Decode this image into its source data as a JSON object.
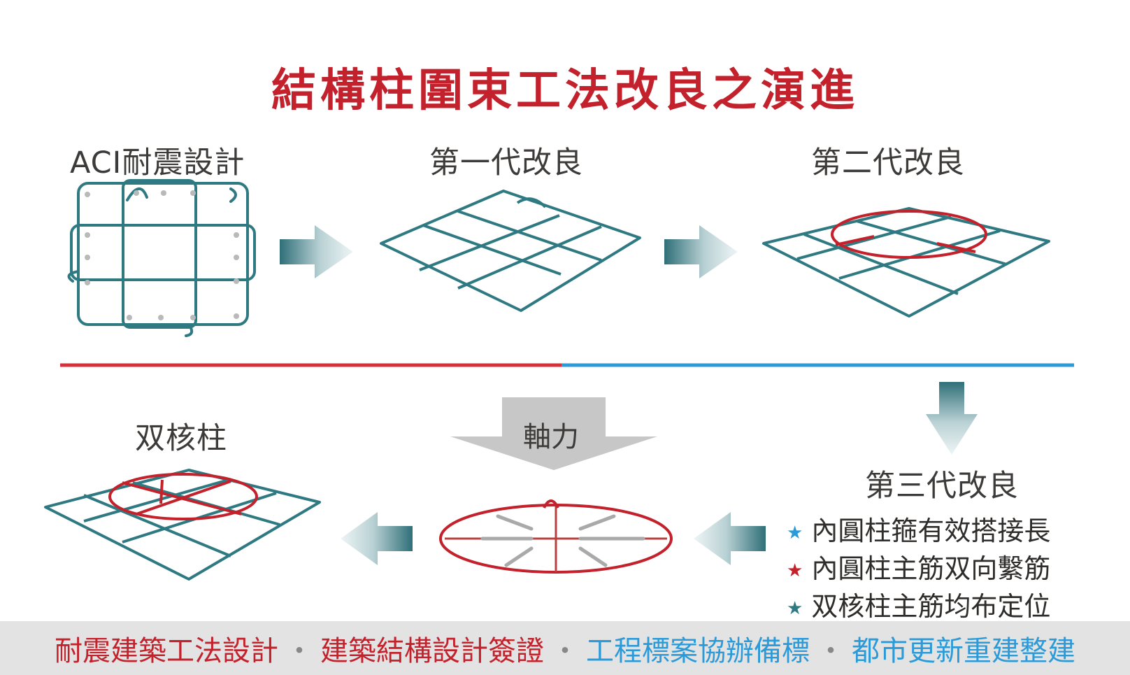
{
  "title": "結構柱圍束工法改良之演進",
  "stages": {
    "aci": "ACI耐震設計",
    "gen1": "第一代改良",
    "gen2": "第二代改良",
    "gen3": "第三代改良",
    "double_core": "双核柱"
  },
  "axial_force_label": "軸力",
  "gen3_features": [
    {
      "star": "★",
      "text": "內圓柱箍有效搭接長"
    },
    {
      "star": "★",
      "text": "內圓柱主筋双向繫筋"
    },
    {
      "star": "★",
      "text": "双核柱主筋均布定位"
    }
  ],
  "footer": {
    "services": [
      "耐震建築工法設計",
      "建築結構設計簽證",
      "工程標案協辦備標",
      "都市更新重建整建"
    ],
    "separator": "・"
  },
  "colors": {
    "title_red": "#c3212b",
    "rebar_teal": "#2f7a82",
    "hoop_red": "#c3212b",
    "line_blue": "#2b9ad8",
    "arrow_teal": "#4a8a93",
    "footer_bg": "#e3e3e3"
  }
}
